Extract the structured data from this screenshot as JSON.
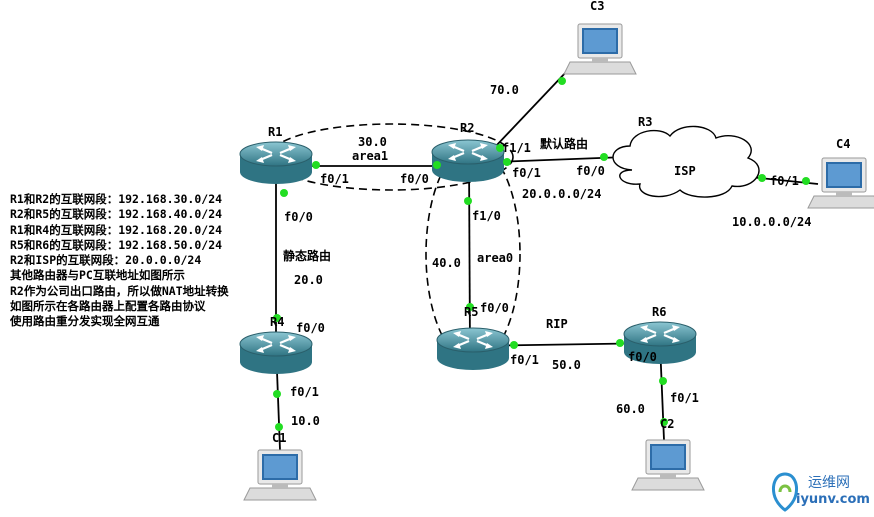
{
  "devices": {
    "r1": "R1",
    "r2": "R2",
    "r3": "R3",
    "r4": "R4",
    "r5": "R5",
    "r6": "R6",
    "c1": "C1",
    "c2": "C2",
    "c3": "C3",
    "c4": "C4",
    "isp": "ISP"
  },
  "interfaces": {
    "r1_f01": "f0/1",
    "r1_f00": "f0/0",
    "r2_f00": "f0/0",
    "r2_f11": "f1/1",
    "r2_f01": "f0/1",
    "r2_f10": "f1/0",
    "r3_f00": "f0/0",
    "r3_f01": "f0/1",
    "r4_f00": "f0/0",
    "r4_f01": "f0/1",
    "r5_f00": "f0/0",
    "r5_f01": "f0/1",
    "r6_f00": "f0/0",
    "r6_f01": "f0/1"
  },
  "networks": {
    "n30": "30.0",
    "n70": "70.0",
    "n20": "20.0",
    "n40": "40.0",
    "n50": "50.0",
    "n10": "10.0",
    "n60": "60.0",
    "n20024": "20.0.0.0/24",
    "n10024": "10.0.0.0/24"
  },
  "protocols": {
    "area1": "area1",
    "area0": "area0",
    "rip": "RIP",
    "default_route": "默认路由",
    "static_route": "静态路由"
  },
  "notes": [
    "R1和R2的互联网段：192.168.30.0/24",
    "R2和R5的互联网段：192.168.40.0/24",
    "R1和R4的互联网段：192.168.20.0/24",
    "R5和R6的互联网段：192.168.50.0/24",
    "R2和ISP的互联网段：20.0.0.0/24",
    "其他路由器与PC互联地址如图所示",
    "R2作为公司出口路由，所以做NAT地址转换",
    "如图所示在各路由器上配置各路由协议",
    "使用路由重分发实现全网互通"
  ],
  "watermark": {
    "line1": "运维网",
    "line2": "iyunv.com"
  },
  "colors": {
    "link": "#000000",
    "port": "#22dd22",
    "router": "#3f8c9c",
    "router_top": "#6fb5c4"
  }
}
